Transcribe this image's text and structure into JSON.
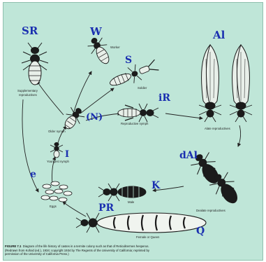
{
  "letters": {
    "sr": "SR",
    "w": "W",
    "s": "S",
    "al": "Al",
    "ir": "iR",
    "n": "(N)",
    "i": "I",
    "dal": "dAl",
    "e": "e",
    "k": "K",
    "pr": "PR",
    "q": "Q"
  },
  "labels": {
    "worker": "Worker",
    "soldier": "Soldier",
    "supplementary_1": "Supplementary",
    "supplementary_2": "reproductives",
    "reproductive_nymph": "Reproductive nymph",
    "older_nymph": "Older nymph",
    "alate_reproductives": "Alate reproductives",
    "youngest_nymph": "Youngest nymph",
    "eggs": "Eggs",
    "male": "Male",
    "dealate_reproductives": "Dealate reproductives",
    "female_queen": "Female or Queen"
  },
  "caption": {
    "figure": "FIGURE 7.1",
    "line1": "Diagram of the life history of castes in a termite colony such as that of Reticulitermes hesperus.",
    "line2": "(Redrawn from Kofoid (ed.), 1934; copyright 1934 by The Regents of the University of California; reprinted by",
    "line3": "permission of the University of California Press.)"
  },
  "colors": {
    "background": "#bfe6d8",
    "letters": "#1a2fb0",
    "insect": "#1b1b1b"
  }
}
